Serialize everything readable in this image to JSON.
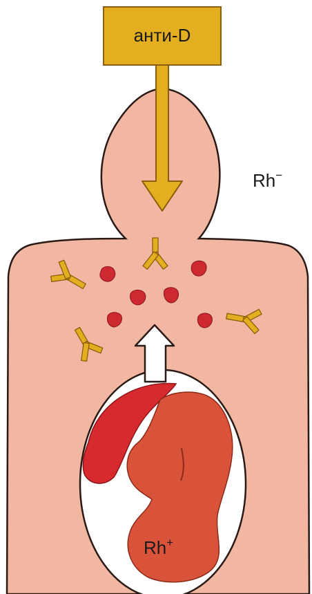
{
  "labels": {
    "anti_d": "анти-D",
    "rh_neg_base": "Rh",
    "rh_neg_sup": "−",
    "rh_pos_base": "Rh",
    "rh_pos_sup": "+"
  },
  "colors": {
    "background": "#ffffff",
    "body_fill": "#f2b7a3",
    "outline": "#2a1a16",
    "antibody_yellow": "#e3ae1f",
    "antibody_edge": "#8a5e0a",
    "red_cell": "#cc2a30",
    "placenta": "#d72a2e",
    "fetus": "#d8533a",
    "uterus_white": "#ffffff",
    "arrow_white": "#ffffff"
  },
  "icons": [
    "antibody-icon",
    "red-blood-cell-icon",
    "fetus-icon",
    "placenta-icon"
  ]
}
